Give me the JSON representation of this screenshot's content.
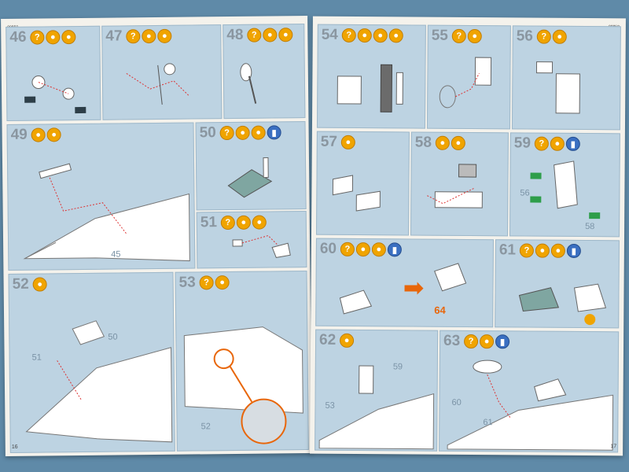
{
  "page_code": "00850",
  "pages": {
    "left": {
      "page_number": "16",
      "steps": [
        {
          "num": "46",
          "icons": [
            "?",
            "paint",
            "paint"
          ]
        },
        {
          "num": "47",
          "icons": [
            "?",
            "paint",
            "paint"
          ]
        },
        {
          "num": "48",
          "icons": [
            "?",
            "paint",
            "paint"
          ]
        },
        {
          "num": "49",
          "icons": [
            "glue",
            "paint"
          ]
        },
        {
          "num": "50",
          "icons": [
            "?",
            "glue",
            "paint",
            "blue"
          ]
        },
        {
          "num": "51",
          "icons": [
            "?",
            "paint",
            "paint"
          ]
        },
        {
          "num": "52",
          "icons": [
            "glue"
          ]
        },
        {
          "num": "53",
          "icons": [
            "?",
            "paint"
          ]
        }
      ],
      "part_labels": [
        "45",
        "50",
        "51",
        "52"
      ]
    },
    "right": {
      "page_number": "17",
      "steps": [
        {
          "num": "54",
          "icons": [
            "?",
            "paint",
            "paint",
            "paint"
          ]
        },
        {
          "num": "55",
          "icons": [
            "?",
            "paint"
          ]
        },
        {
          "num": "56",
          "icons": [
            "?",
            "paint"
          ]
        },
        {
          "num": "57",
          "icons": [
            "paint"
          ]
        },
        {
          "num": "58",
          "icons": [
            "glue",
            "paint"
          ]
        },
        {
          "num": "59",
          "icons": [
            "?",
            "glue",
            "blue"
          ]
        },
        {
          "num": "60",
          "icons": [
            "?",
            "glue",
            "paint",
            "blue"
          ]
        },
        {
          "num": "61",
          "icons": [
            "?",
            "glue",
            "paint",
            "blue"
          ]
        },
        {
          "num": "62",
          "icons": [
            "glue"
          ]
        },
        {
          "num": "63",
          "icons": [
            "?",
            "paint",
            "blue"
          ]
        }
      ],
      "part_labels": [
        "53",
        "56",
        "58",
        "59",
        "60",
        "61"
      ],
      "cross_ref": "64"
    }
  }
}
